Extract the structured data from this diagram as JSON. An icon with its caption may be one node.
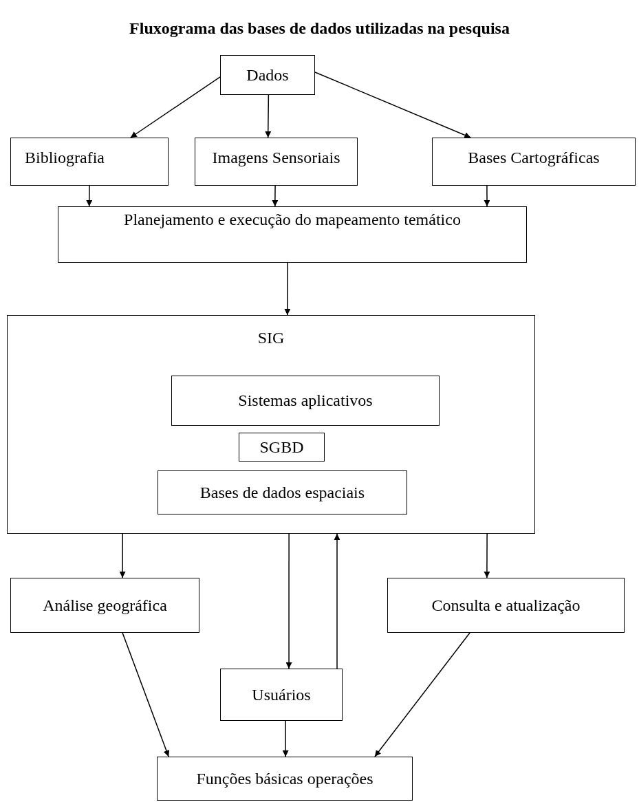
{
  "diagram": {
    "title": "Fluxograma das bases de dados utilizadas na pesquisa",
    "nodes": [
      {
        "text": [
          "Dados"
        ]
      },
      {
        "text": [
          "Bibliografia"
        ]
      },
      {
        "text": [
          "Imagens Sensoriais"
        ]
      },
      {
        "text": [
          "Bases Cartográficas"
        ]
      },
      {
        "text": [
          "Planejamento e execução do mapeamento temático"
        ]
      },
      {
        "text": [
          "SIG"
        ]
      },
      {
        "text": [
          "Sistemas aplicativos"
        ],
        "in": 5
      },
      {
        "text": [
          "SGBD"
        ],
        "in": 5
      },
      {
        "text": [
          "Bases de dados espaciais"
        ],
        "in": 5
      },
      {
        "text": [
          "Análise geográfica"
        ]
      },
      {
        "text": [
          "Consulta e atualização"
        ]
      },
      {
        "text": [
          "Usuários"
        ]
      },
      {
        "text": [
          "Funções básicas operações"
        ]
      }
    ],
    "edges": [
      {
        "from": 0,
        "to": 1,
        "arrow": "to"
      },
      {
        "from": 0,
        "to": 2,
        "arrow": "to"
      },
      {
        "from": 0,
        "to": 3,
        "arrow": "to"
      },
      {
        "from": 1,
        "to": 4,
        "arrow": "to"
      },
      {
        "from": 2,
        "to": 4,
        "arrow": "to"
      },
      {
        "from": 3,
        "to": 4,
        "arrow": "to"
      },
      {
        "from": 4,
        "to": 5,
        "arrow": "to"
      },
      {
        "from": 5,
        "to": 9,
        "arrow": "to"
      },
      {
        "from": 5,
        "to": 11,
        "arrow": "to"
      },
      {
        "from": 11,
        "to": 5,
        "arrow": "to"
      },
      {
        "from": 5,
        "to": 10,
        "arrow": "to"
      },
      {
        "from": 9,
        "to": 12,
        "arrow": "to"
      },
      {
        "from": 11,
        "to": 12,
        "arrow": "to"
      },
      {
        "from": 10,
        "to": 12,
        "arrow": "to"
      }
    ]
  }
}
